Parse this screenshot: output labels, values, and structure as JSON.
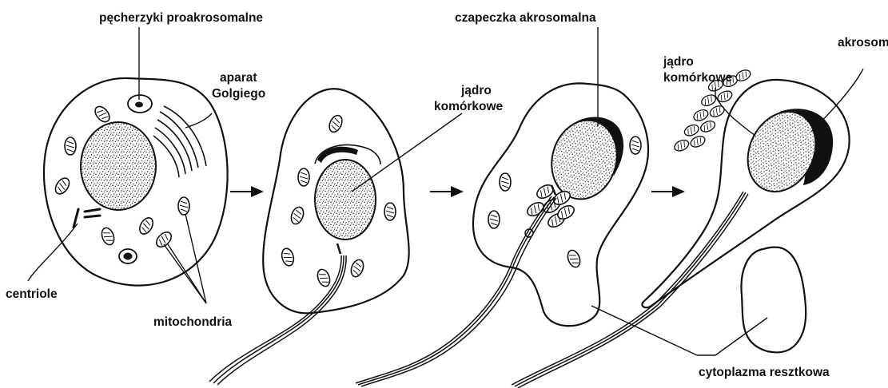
{
  "labels": {
    "proacrosomal_vesicles": "pęcherzyki proakrosomalne",
    "golgi_line1": "aparat",
    "golgi_line2": "Golgiego",
    "centrioles": "centriole",
    "mitochondria": "mitochondria",
    "nucleus2_line1": "jądro",
    "nucleus2_line2": "komórkowe",
    "acrosomal_cap": "czapeczka akrosomalna",
    "nucleus4_line1": "jądro",
    "nucleus4_line2": "komórkowe",
    "acrosome": "akrosom",
    "residual_cytoplasm": "cytoplazma resztkowa"
  },
  "colors": {
    "ink": "#111111",
    "fill": "#ffffff"
  }
}
